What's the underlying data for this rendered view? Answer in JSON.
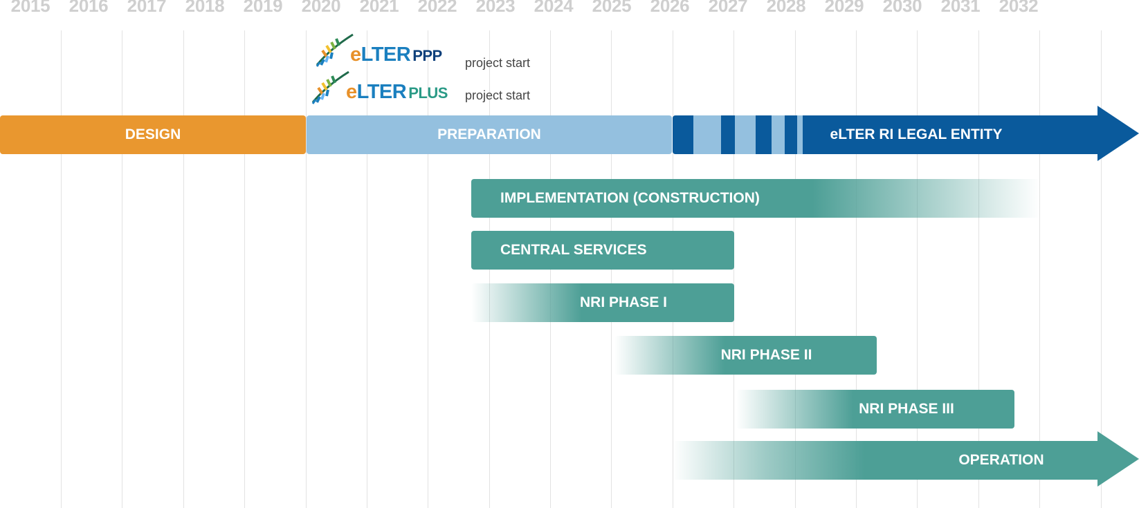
{
  "years": [
    "2015",
    "2016",
    "2017",
    "2018",
    "2019",
    "2020",
    "2021",
    "2022",
    "2023",
    "2024",
    "2025",
    "2026",
    "2027",
    "2028",
    "2029",
    "2030",
    "2031",
    "2032"
  ],
  "logos": [
    {
      "prefix_e": "e",
      "lter": "LTER",
      "suffix": "PPP",
      "suffix_color": "#0d3f7a",
      "note": "project start"
    },
    {
      "prefix_e": "e",
      "lter": "LTER",
      "suffix": "PLUS",
      "suffix_color": "#2a9a86",
      "note": "project start"
    }
  ],
  "phases": {
    "design": "DESIGN",
    "preparation": "PREPARATION",
    "legal_entity": "eLTER RI LEGAL ENTITY",
    "implementation": "IMPLEMENTATION  (CONSTRUCTION)",
    "central_services": "CENTRAL SERVICES",
    "nri_phase_1": "NRI PHASE I",
    "nri_phase_2": "NRI PHASE II",
    "nri_phase_3": "NRI PHASE III",
    "operation": "OPERATION"
  },
  "colors": {
    "design": "#e9972f",
    "preparation": "#94c0df",
    "legal_entity": "#0a5a9c",
    "teal": "#4d9f96",
    "year_text": "#cfcfcf"
  }
}
